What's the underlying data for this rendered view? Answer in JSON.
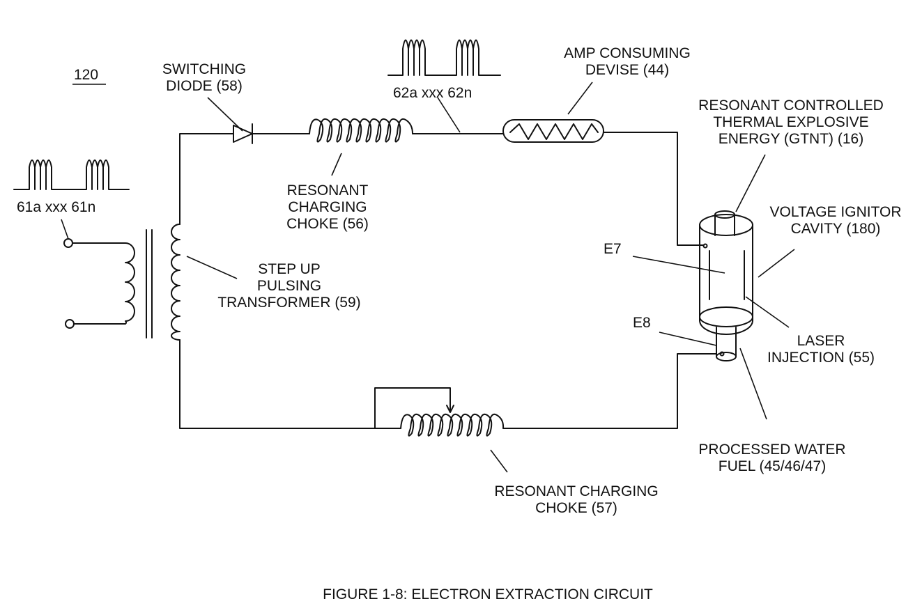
{
  "figure_number": "120",
  "caption": "FIGURE 1-8: ELECTRON EXTRACTION CIRCUIT",
  "labels": {
    "switching_diode": [
      "SWITCHING",
      "DIODE (58)"
    ],
    "pulse_train_input": "61a xxx 61n",
    "pulse_train_output": "62a xxx 62n",
    "amp_consuming": [
      "AMP CONSUMING",
      "DEVISE (44)"
    ],
    "resonant_thermal": [
      "RESONANT CONTROLLED",
      "THERMAL EXPLOSIVE",
      "ENERGY (GTNT) (16)"
    ],
    "voltage_ignitor": [
      "VOLTAGE IGNITOR",
      "CAVITY (180)"
    ],
    "choke_56": [
      "RESONANT",
      "CHARGING",
      "CHOKE (56)"
    ],
    "transformer": [
      "STEP UP",
      "PULSING",
      "TRANSFORMER (59)"
    ],
    "electrode_e7": "E7",
    "electrode_e8": "E8",
    "laser_injection": [
      "LASER",
      "INJECTION (55)"
    ],
    "processed_water": [
      "PROCESSED WATER",
      "FUEL (45/46/47)"
    ],
    "choke_57": [
      "RESONANT CHARGING",
      "CHOKE (57)"
    ]
  }
}
